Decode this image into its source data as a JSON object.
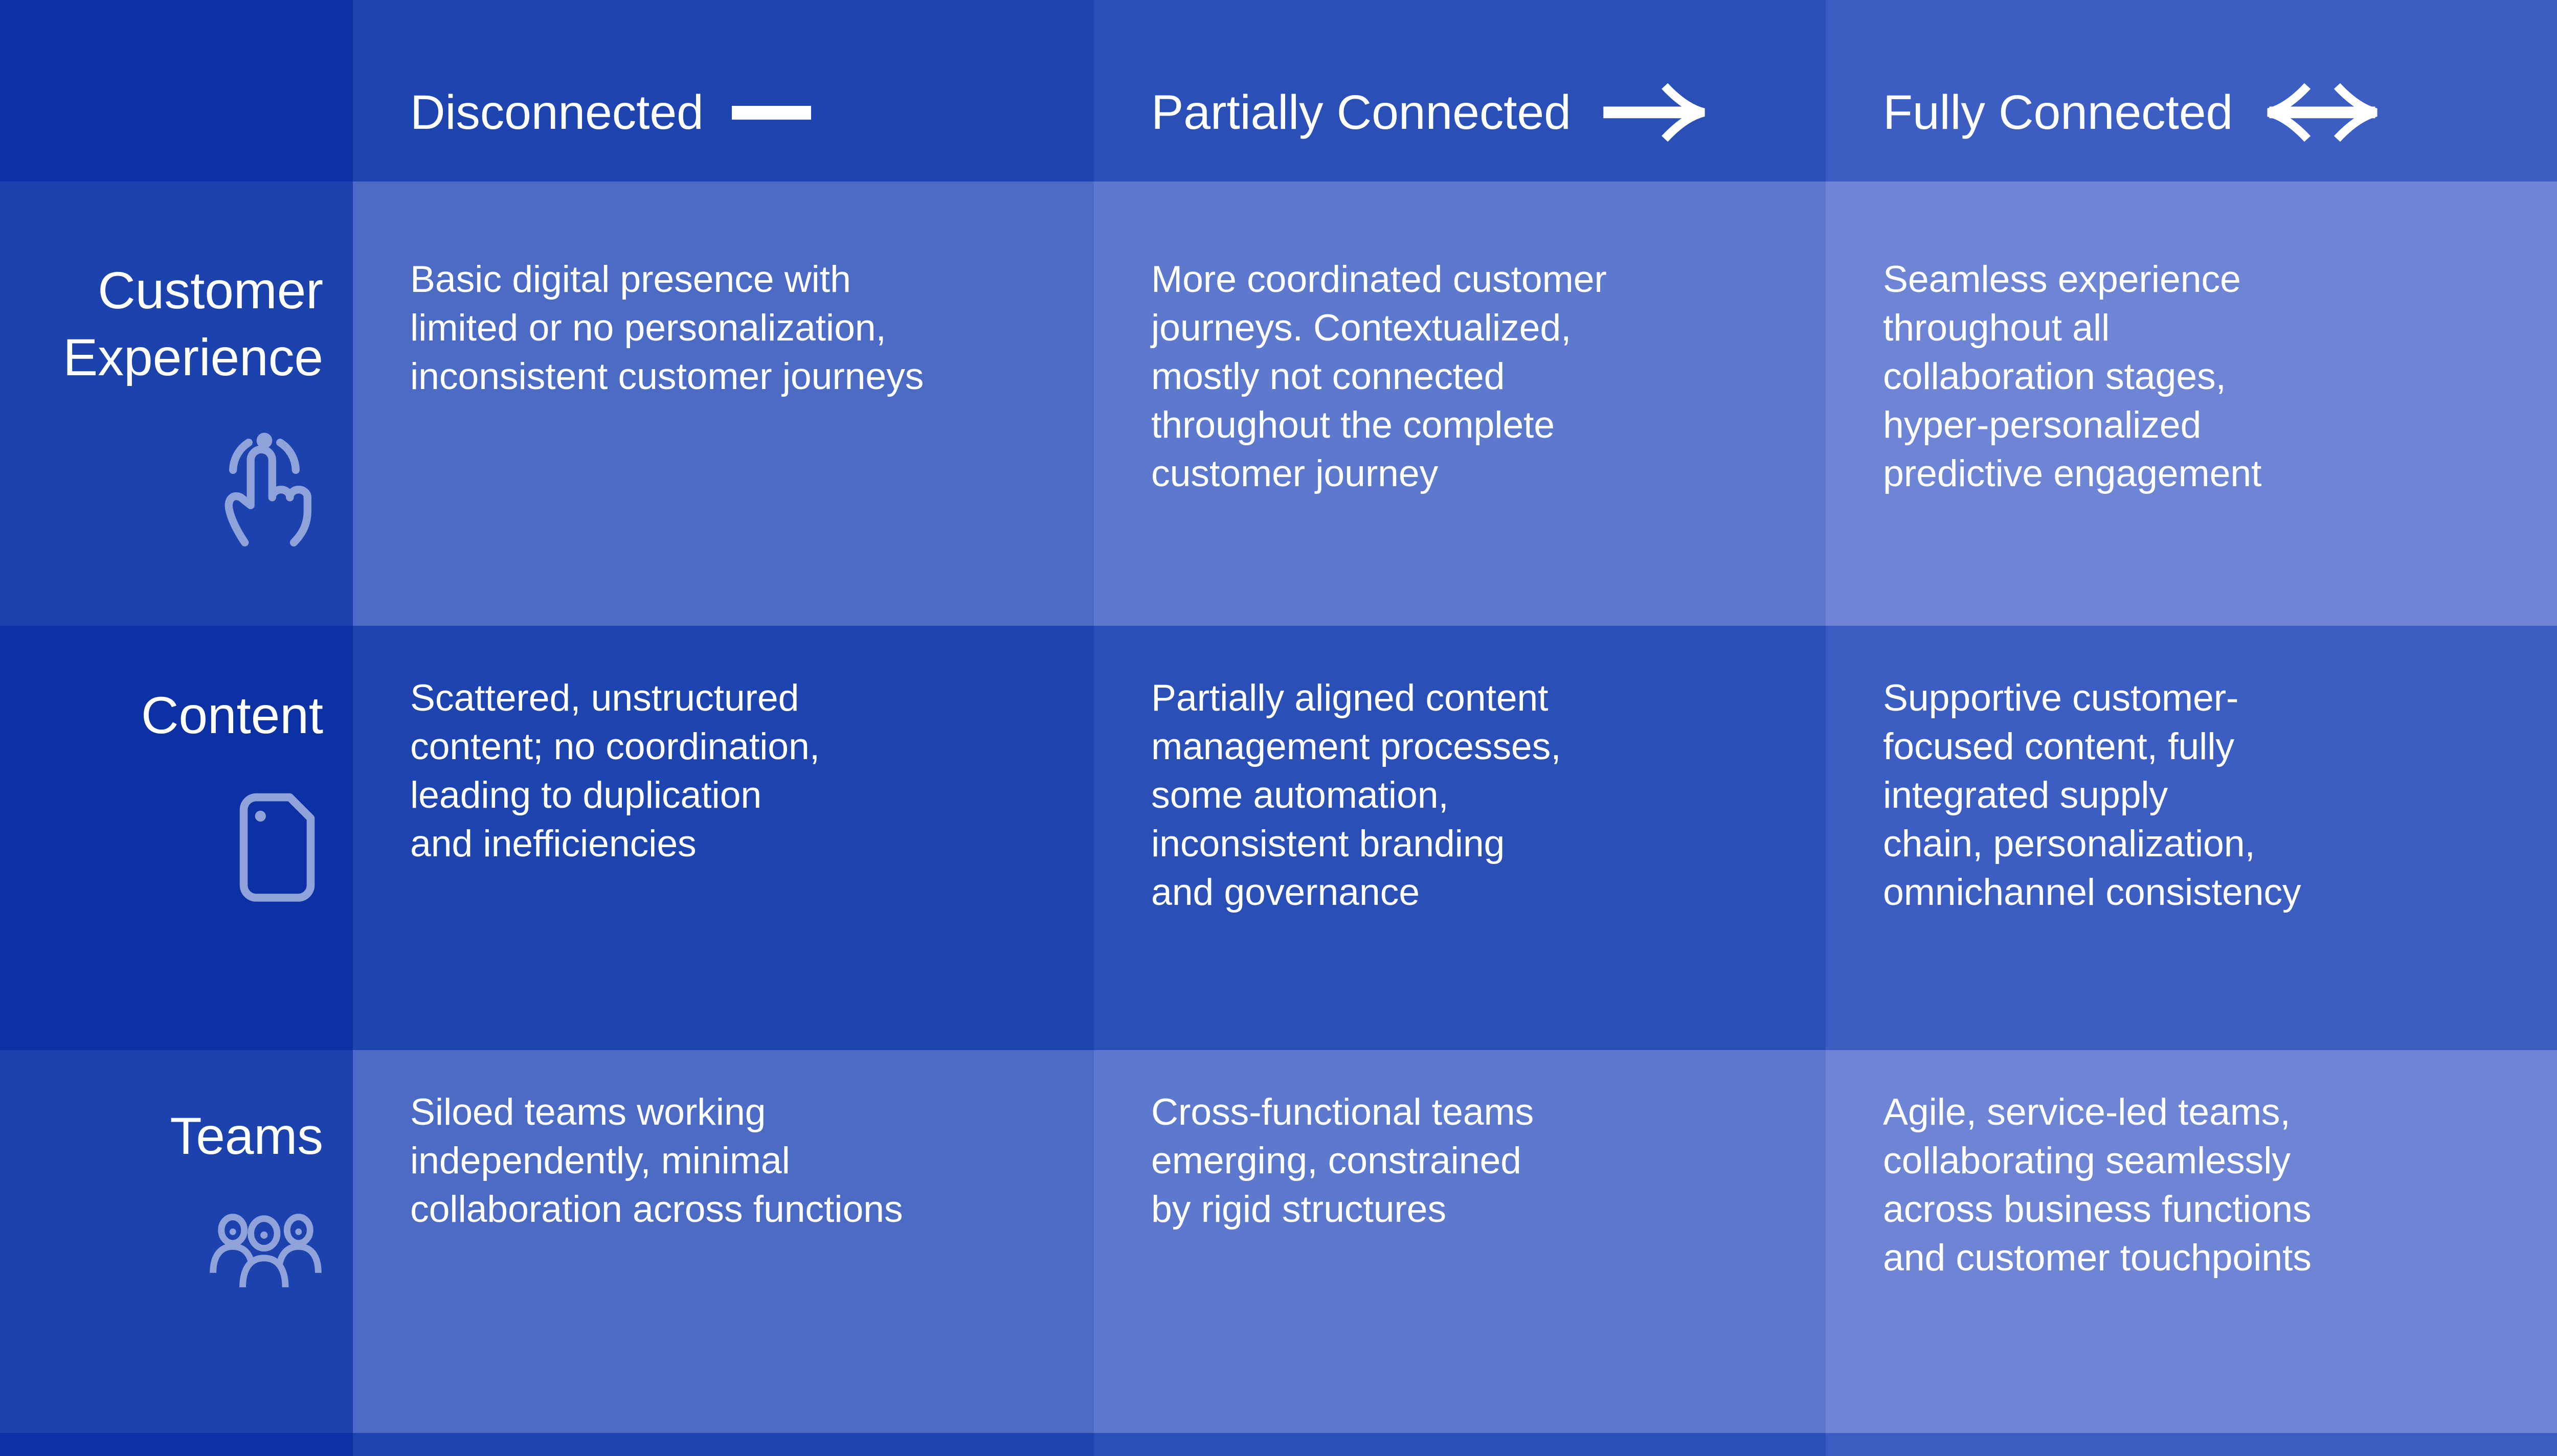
{
  "palette": {
    "label_col_base": "#0c31a4",
    "label_col_light": "#1c42ae",
    "col_disconnected_base": "#1e44b0",
    "col_disconnected_light": "#4c6bc5",
    "col_partially_base": "#2a50b7",
    "col_partially_light": "#5d79ce",
    "col_fully_base": "#3c5ec3",
    "col_fully_light": "#6d85d4",
    "text": "#ffffff",
    "icon": "#8fa2da"
  },
  "header": {
    "columns": [
      {
        "label": "Disconnected",
        "icon": "dash-icon"
      },
      {
        "label": "Partially Connected",
        "icon": "arrow-right-icon"
      },
      {
        "label": "Fully Connected",
        "icon": "double-arrow-icon"
      }
    ]
  },
  "rows": [
    {
      "label_lines": [
        "Customer",
        "Experience"
      ],
      "icon": "tap-hand-icon",
      "cells": [
        {
          "lines": [
            "Basic digital presence with",
            "limited or no personalization,",
            "inconsistent customer journeys"
          ]
        },
        {
          "lines": [
            "More coordinated customer",
            "journeys. Contextualized,",
            "mostly not connected",
            "throughout the complete",
            "customer journey"
          ]
        },
        {
          "lines": [
            "Seamless experience",
            "throughout all",
            "collaboration stages,",
            "hyper-personalized",
            "predictive engagement"
          ]
        }
      ]
    },
    {
      "label_lines": [
        "Content"
      ],
      "icon": "document-icon",
      "cells": [
        {
          "lines": [
            "Scattered, unstructured",
            "content; no coordination,",
            "leading to duplication",
            "and inefficiencies"
          ]
        },
        {
          "lines": [
            "Partially aligned content",
            "management processes,",
            "some automation,",
            "inconsistent branding",
            "and governance"
          ]
        },
        {
          "lines": [
            "Supportive customer-",
            "focused content, fully",
            "integrated supply",
            "chain, personalization,",
            "omnichannel consistency"
          ]
        }
      ]
    },
    {
      "label_lines": [
        "Teams"
      ],
      "icon": "people-icon",
      "cells": [
        {
          "lines": [
            "Siloed teams working",
            "independently, minimal",
            "collaboration across functions"
          ]
        },
        {
          "lines": [
            "Cross-functional teams",
            "emerging, constrained",
            "by rigid structures"
          ]
        },
        {
          "lines": [
            "Agile, service-led teams,",
            "collaborating seamlessly",
            "across business functions",
            "and customer touchpoints"
          ]
        }
      ]
    }
  ]
}
